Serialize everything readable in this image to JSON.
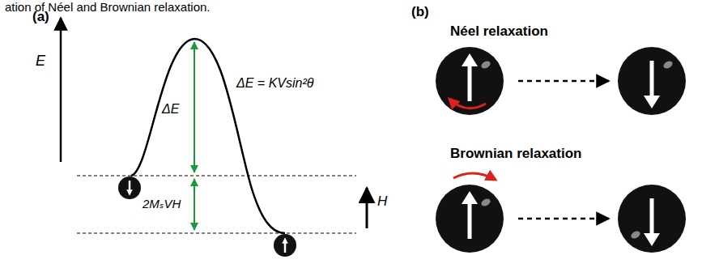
{
  "diagram": {
    "labels": [
      "ation of Néel and Brownian relaxation.",
      "(a)",
      "E",
      "ΔE",
      "ΔE = KVsin²θ",
      "2MₛVH",
      "H",
      "(b)",
      "Néel relaxation",
      "Brownian relaxation"
    ]
  }
}
